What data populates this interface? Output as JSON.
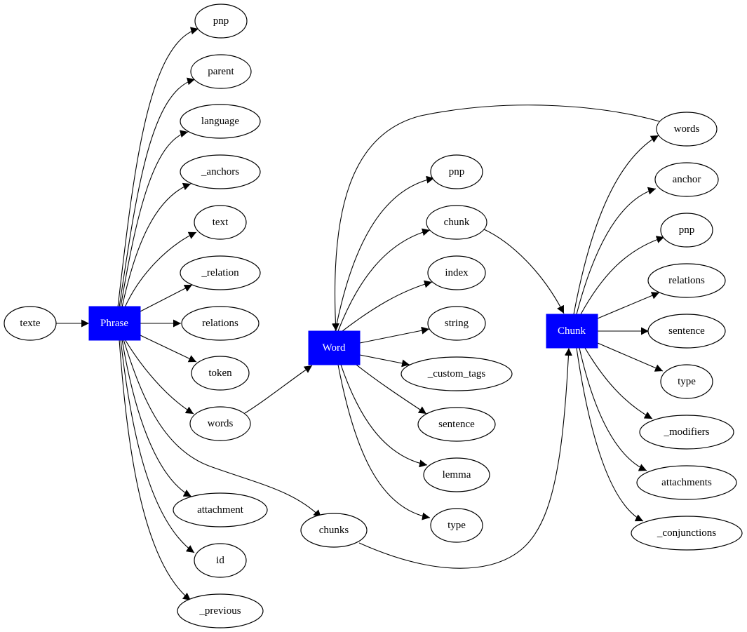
{
  "colors": {
    "class_box": "#0000ff",
    "class_text": "#ffffff",
    "edge": "#000000",
    "background": "#ffffff"
  },
  "nodes": {
    "texte": "texte",
    "phrase": "Phrase",
    "word": "Word",
    "chunk": "Chunk",
    "phrase_attrs": {
      "pnp": "pnp",
      "parent": "parent",
      "language": "language",
      "anchors": "_anchors",
      "text": "text",
      "relation": "_relation",
      "relations": "relations",
      "token": "token",
      "words": "words",
      "attachment": "attachment",
      "id": "id",
      "previous": "_previous",
      "chunks": "chunks"
    },
    "word_attrs": {
      "pnp": "pnp",
      "chunk": "chunk",
      "index": "index",
      "string": "string",
      "custom_tags": "_custom_tags",
      "sentence": "sentence",
      "lemma": "lemma",
      "type": "type"
    },
    "chunk_attrs": {
      "words": "words",
      "anchor": "anchor",
      "pnp": "pnp",
      "relations": "relations",
      "sentence": "sentence",
      "type": "type",
      "modifiers": "_modifiers",
      "attachments": "attachments",
      "conjunctions": "_conjunctions"
    }
  },
  "edges": [
    {
      "from": "texte",
      "to": "phrase"
    },
    {
      "from": "phrase",
      "to": "pnp"
    },
    {
      "from": "phrase",
      "to": "parent"
    },
    {
      "from": "phrase",
      "to": "language"
    },
    {
      "from": "phrase",
      "to": "_anchors"
    },
    {
      "from": "phrase",
      "to": "text"
    },
    {
      "from": "phrase",
      "to": "_relation"
    },
    {
      "from": "phrase",
      "to": "relations"
    },
    {
      "from": "phrase",
      "to": "token"
    },
    {
      "from": "phrase",
      "to": "words"
    },
    {
      "from": "phrase",
      "to": "chunks"
    },
    {
      "from": "phrase",
      "to": "attachment"
    },
    {
      "from": "phrase",
      "to": "id"
    },
    {
      "from": "phrase",
      "to": "_previous"
    },
    {
      "from": "words",
      "to": "word"
    },
    {
      "from": "word",
      "to": "pnp"
    },
    {
      "from": "word",
      "to": "chunk"
    },
    {
      "from": "word",
      "to": "index"
    },
    {
      "from": "word",
      "to": "string"
    },
    {
      "from": "word",
      "to": "_custom_tags"
    },
    {
      "from": "word",
      "to": "sentence"
    },
    {
      "from": "word",
      "to": "lemma"
    },
    {
      "from": "word",
      "to": "type"
    },
    {
      "from": "chunk",
      "to": "Chunk"
    },
    {
      "from": "chunks",
      "to": "Chunk"
    },
    {
      "from": "Chunk",
      "to": "words"
    },
    {
      "from": "Chunk",
      "to": "anchor"
    },
    {
      "from": "Chunk",
      "to": "pnp"
    },
    {
      "from": "Chunk",
      "to": "relations"
    },
    {
      "from": "Chunk",
      "to": "sentence"
    },
    {
      "from": "Chunk",
      "to": "type"
    },
    {
      "from": "Chunk",
      "to": "_modifiers"
    },
    {
      "from": "Chunk",
      "to": "attachments"
    },
    {
      "from": "Chunk",
      "to": "_conjunctions"
    },
    {
      "from": "words",
      "to": "Word"
    }
  ]
}
